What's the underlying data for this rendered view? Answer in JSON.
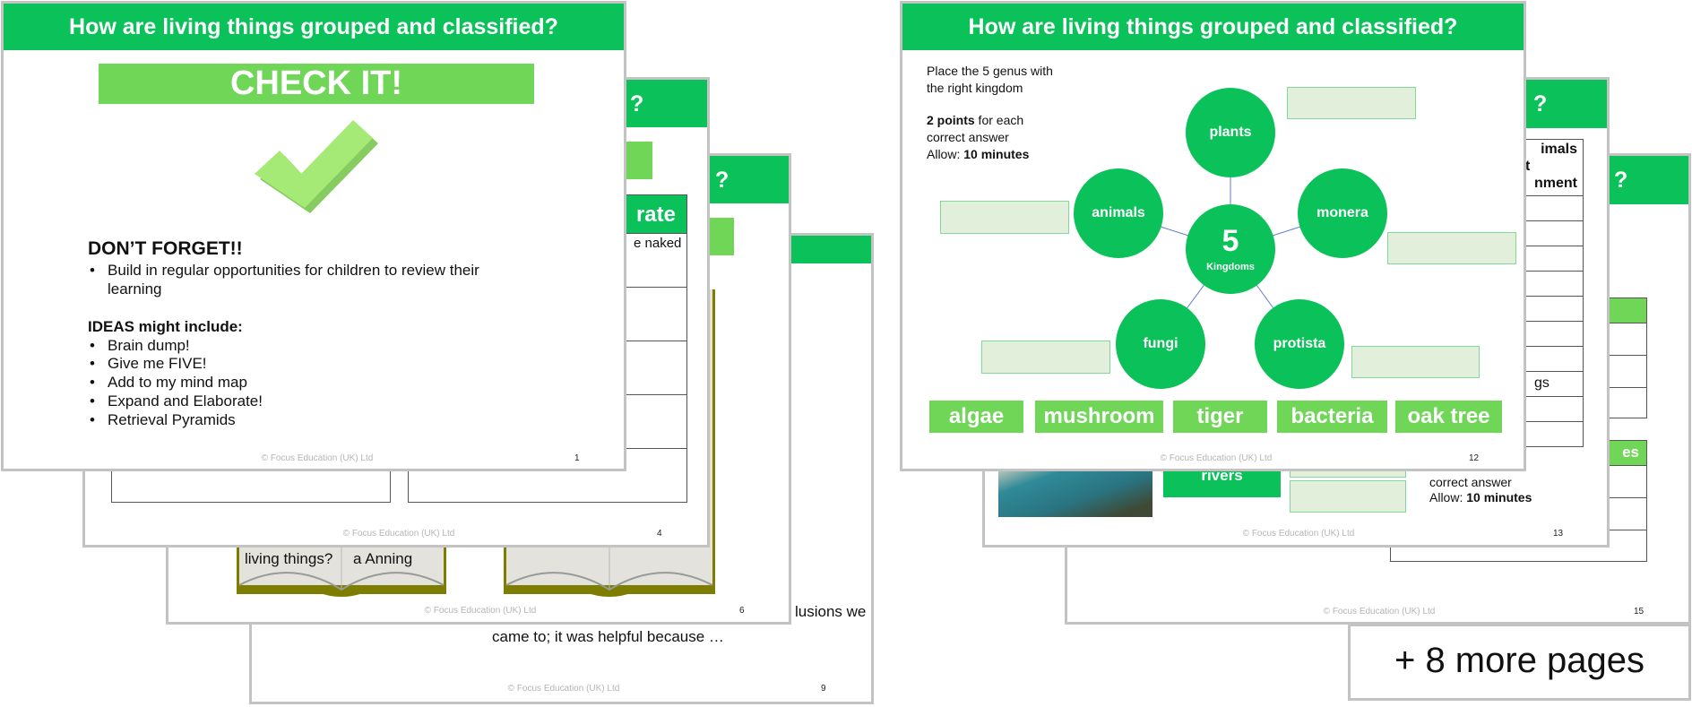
{
  "footer_text": "© Focus Education (UK) Ltd",
  "colors": {
    "header_green": "#0bc15a",
    "light_green": "#70d658",
    "answer_box": "#e2efda",
    "border": "#c3c3c3"
  },
  "slide1": {
    "title": "How are living things grouped and classified?",
    "banner": "CHECK IT!",
    "dont_forget": "DON’T FORGET!!",
    "bullet1": "Build in regular opportunities for children to review their",
    "bullet1_cont": "learning",
    "ideas_heading": "IDEAS might include:",
    "ideas": [
      "Brain dump!",
      "Give me FIVE!",
      "Add to my mind map",
      "Expand and Elaborate!",
      "Retrieval Pyramids"
    ],
    "page": "1"
  },
  "slide4": {
    "title_fragment": "?",
    "table_header_fragment": "rate",
    "cell_fragment": "e naked",
    "page": "4"
  },
  "slide6": {
    "title_fragment": "?",
    "book1_text": "living things?",
    "book1_text2": "a   Anning",
    "page": "6"
  },
  "slide9": {
    "text_fragment": "lusions we",
    "text_line2": "came to; it was helpful because …",
    "page": "9"
  },
  "slide12": {
    "title": "How are living things grouped and classified?",
    "instr1": "Place the 5 genus with",
    "instr2": "the right kingdom",
    "points_bold": "2 points",
    "points_rest": " for each",
    "points_line2": "correct answer",
    "allow_label": "Allow: ",
    "allow_value": "10 minutes",
    "center_number": "5",
    "center_label": "Kingdoms",
    "kingdoms": [
      "plants",
      "animals",
      "monera",
      "fungi",
      "protista"
    ],
    "words": [
      "algae",
      "mushroom",
      "tiger",
      "bacteria",
      "oak tree"
    ],
    "page": "12"
  },
  "slide13": {
    "title_fragment": "?",
    "header_frag1": "imals",
    "header_frag2": "t",
    "header_frag3": "nment",
    "row_fragment": "gs",
    "tile": "rivers",
    "text1": "correct answer",
    "allow_label": "Allow: ",
    "allow_value": "10 minutes",
    "page": "13"
  },
  "slide15": {
    "title_fragment": "?",
    "table_header_fragment": "es",
    "page": "15"
  },
  "more_pages": "+ 8 more pages"
}
